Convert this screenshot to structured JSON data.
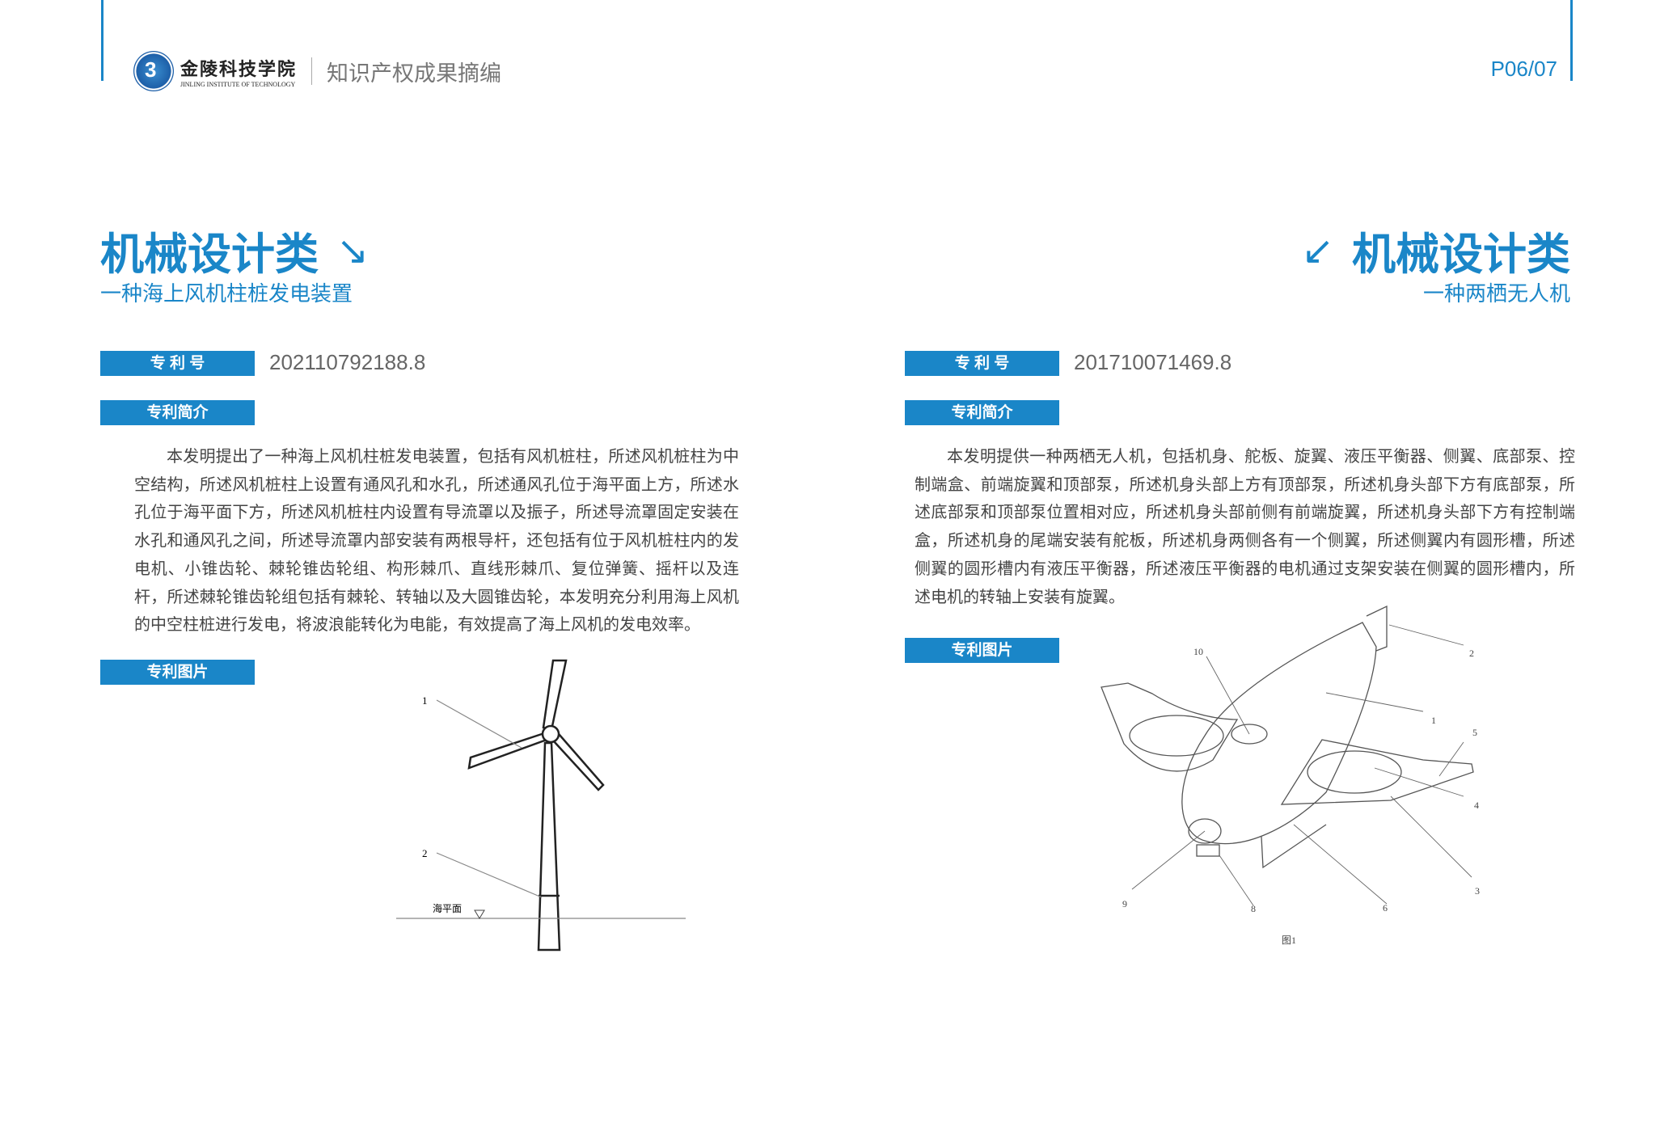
{
  "header": {
    "school_cn": "金陵科技学院",
    "school_en": "JINLING INSTITUTE OF TECHNOLOGY",
    "seal_glyph": "3",
    "title": "知识产权成果摘编",
    "page": "P06/07"
  },
  "left": {
    "category": "机械设计类",
    "arrow": "↘",
    "subtitle": "一种海上风机柱桩发电装置",
    "patent_no_label": "专 利 号",
    "patent_no": "202110792188.8",
    "summary_label": "专利简介",
    "summary": "本发明提出了一种海上风机柱桩发电装置，包括有风机桩柱，所述风机桩柱为中空结构，所述风机桩柱上设置有通风孔和水孔，所述通风孔位于海平面上方，所述水孔位于海平面下方，所述风机桩柱内设置有导流罩以及振子，所述导流罩固定安装在水孔和通风孔之间，所述导流罩内部安装有两根导杆，还包括有位于风机桩柱内的发电机、小锥齿轮、棘轮锥齿轮组、构形棘爪、直线形棘爪、复位弹簧、摇杆以及连杆，所述棘轮锥齿轮组包括有棘轮、转轴以及大圆锥齿轮，本发明充分利用海上风机的中空柱桩进行发电，将波浪能转化为电能，有效提高了海上风机的发电效率。",
    "image_label": "专利图片",
    "figure": {
      "labels": [
        "1",
        "2"
      ],
      "sea_level": "海平面"
    }
  },
  "right": {
    "category": "机械设计类",
    "arrow": "↙",
    "subtitle": "一种两栖无人机",
    "patent_no_label": "专 利 号",
    "patent_no": "201710071469.8",
    "summary_label": "专利简介",
    "summary": "本发明提供一种两栖无人机，包括机身、舵板、旋翼、液压平衡器、侧翼、底部泵、控制端盒、前端旋翼和顶部泵，所述机身头部上方有顶部泵，所述机身头部下方有底部泵，所述底部泵和顶部泵位置相对应，所述机身头部前侧有前端旋翼，所述机身头部下方有控制端盒，所述机身的尾端安装有舵板，所述机身两侧各有一个侧翼，所述侧翼内有圆形槽，所述侧翼的圆形槽内有液压平衡器，所述液压平衡器的电机通过支架安装在侧翼的圆形槽内，所述电机的转轴上安装有旋翼。",
    "image_label": "专利图片",
    "figure": {
      "labels": [
        "10",
        "2",
        "1",
        "5",
        "4",
        "3",
        "6",
        "8",
        "9"
      ],
      "caption": "图1"
    }
  },
  "colors": {
    "accent": "#1a86c8"
  }
}
